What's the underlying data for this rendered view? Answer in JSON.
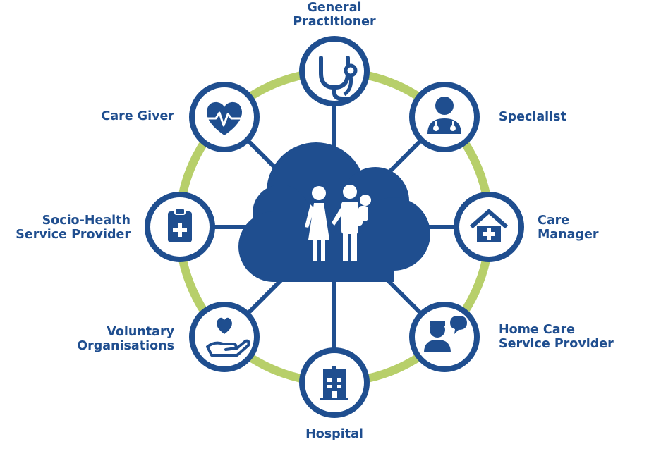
{
  "colors": {
    "navy": "#1f4e8f",
    "ring": "#b7cf6a",
    "background": "#ffffff"
  },
  "center": {
    "icon": "family-cloud-icon"
  },
  "nodes": {
    "general_practitioner": {
      "line1": "General",
      "line2": "Practitioner",
      "icon": "stethoscope-icon"
    },
    "specialist": {
      "line1": "Specialist",
      "icon": "doctor-icon"
    },
    "care_manager": {
      "line1": "Care",
      "line2": "Manager",
      "icon": "home-medical-icon"
    },
    "home_care": {
      "line1": "Home Care",
      "line2": "Service Provider",
      "icon": "nurse-chat-icon"
    },
    "hospital": {
      "line1": "Hospital",
      "icon": "hospital-building-icon"
    },
    "voluntary": {
      "line1": "Voluntary",
      "line2": "Organisations",
      "icon": "hand-heart-icon"
    },
    "socio_health": {
      "line1": "Socio-Health",
      "line2": "Service Provider",
      "icon": "clipboard-medical-icon"
    },
    "care_giver": {
      "line1": "Care Giver",
      "icon": "heartbeat-icon"
    }
  }
}
